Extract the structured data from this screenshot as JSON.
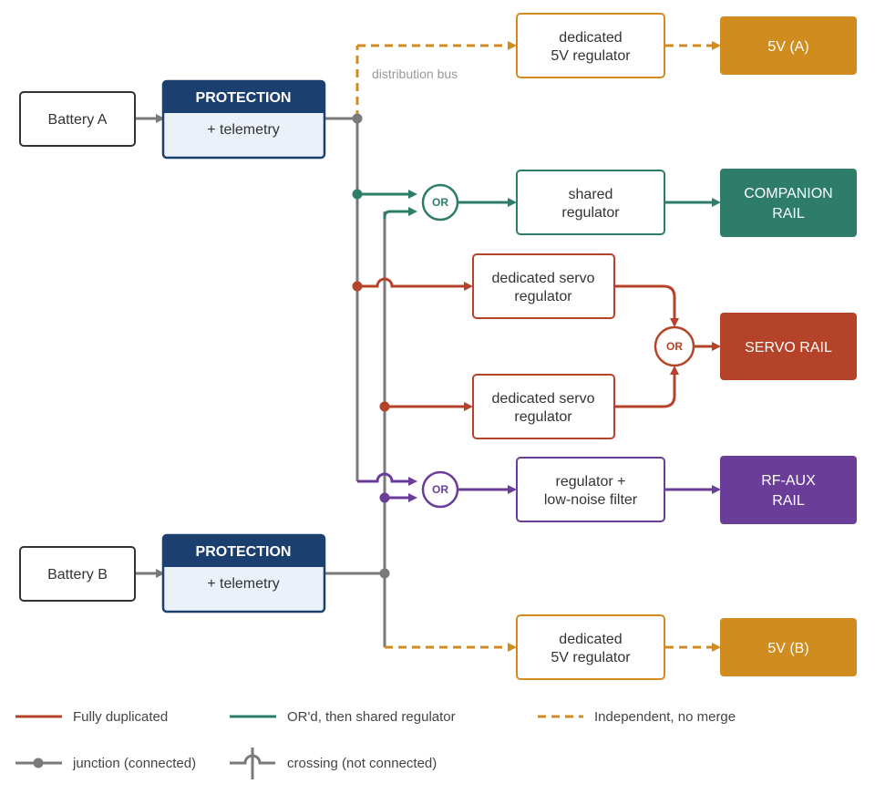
{
  "colors": {
    "gray": "#7a7a7a",
    "red": "#b5432a",
    "green": "#2e7d6b",
    "orange": "#d08c1e",
    "purple": "#6a3d99",
    "navy": "#1b3f6e",
    "protection_body": "#eaf1f8",
    "box_border": "#333333"
  },
  "sources": {
    "battery_a": "Battery A",
    "battery_b": "Battery B"
  },
  "protection": {
    "a_header": "PROTECTION",
    "a_body": "+ telemetry",
    "b_header": "PROTECTION",
    "b_body": "+ telemetry"
  },
  "bus_label": "distribution bus",
  "regulators": {
    "reg_5v_a": [
      "dedicated",
      "5V regulator"
    ],
    "shared": [
      "shared",
      "regulator"
    ],
    "servo_1": [
      "dedicated servo",
      "regulator"
    ],
    "servo_2": [
      "dedicated servo",
      "regulator"
    ],
    "rf_filter": [
      "regulator +",
      "low-noise filter"
    ],
    "reg_5v_b": [
      "dedicated",
      "5V regulator"
    ]
  },
  "or_gates": {
    "companion": "OR",
    "servo": "OR",
    "rf": "OR"
  },
  "rails": {
    "5v_a": [
      "5V (A)"
    ],
    "companion": [
      "COMPANION",
      "RAIL"
    ],
    "servo": [
      "SERVO RAIL"
    ],
    "rf_aux": [
      "RF-AUX",
      "RAIL"
    ],
    "5v_b": [
      "5V (B)"
    ]
  },
  "legend": {
    "fully_duplicated": "Fully duplicated",
    "ord_shared": "OR'd, then shared regulator",
    "independent": "Independent, no merge",
    "junction": "junction (connected)",
    "crossing": "crossing (not connected)"
  }
}
